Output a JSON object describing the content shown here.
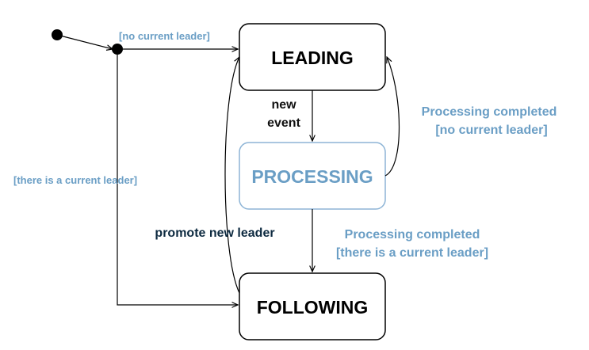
{
  "states": {
    "leading": "LEADING",
    "processing": "PROCESSING",
    "following": "FOLLOWING"
  },
  "transitions": {
    "init_no_leader": "[no current leader]",
    "init_has_leader": "[there is a current leader]",
    "new_event_line1": "new",
    "new_event_line2": "event",
    "proc_to_leading_line1": "Processing completed",
    "proc_to_leading_line2": "[no current leader]",
    "proc_to_following_line1": "Processing completed",
    "proc_to_following_line2": "[there is a current leader]",
    "promote": "promote new leader"
  },
  "colors": {
    "guard_blue": "#6a9ec5",
    "processing_border": "#8db4d6",
    "processing_text": "#6a9ec5",
    "promote_text": "#0d2a40"
  }
}
